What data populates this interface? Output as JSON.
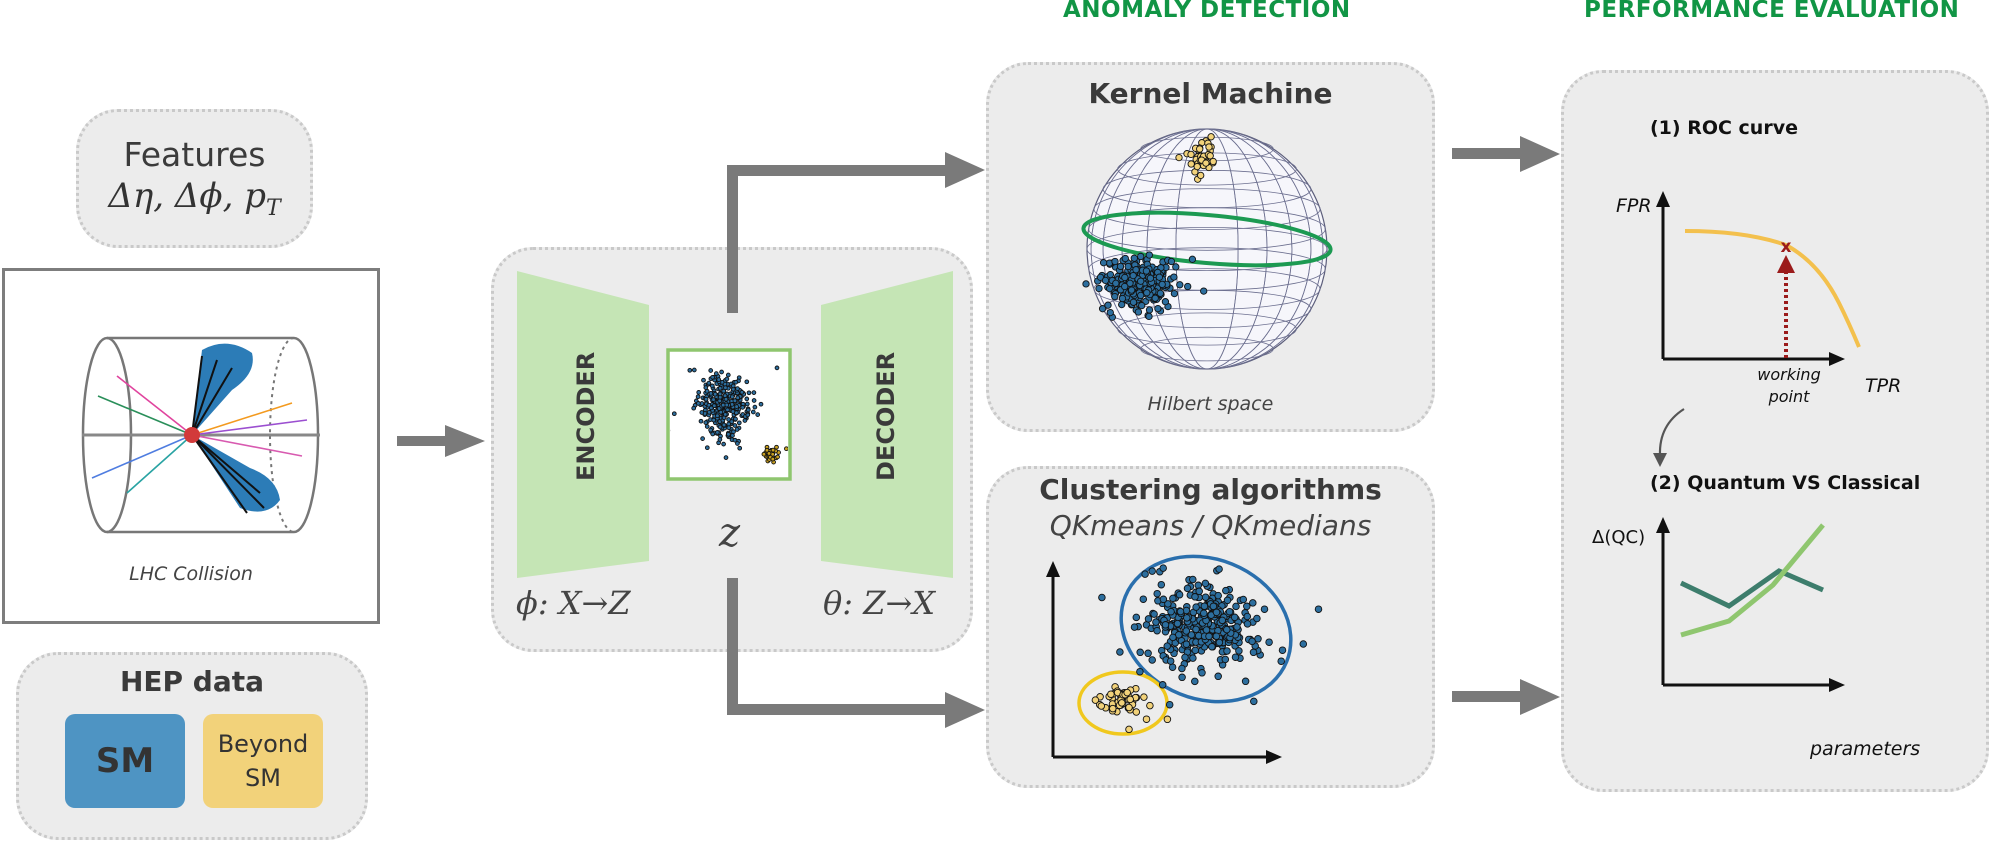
{
  "headers": {
    "anomaly_detection": "ANOMALY DETECTION",
    "performance_evaluation": "PERFORMANCE EVALUATION"
  },
  "features": {
    "title": "Features",
    "formula": "Δη, Δϕ, p",
    "formula_sub": "T"
  },
  "collision": {
    "caption": "LHC Collision"
  },
  "hep_data": {
    "title": "HEP data",
    "sm_label": "SM",
    "bsm_label_line1": "Beyond",
    "bsm_label_line2": "SM"
  },
  "autoencoder": {
    "encoder_label": "ENCODER",
    "decoder_label": "DECODER",
    "latent_label": "z",
    "encoder_map": "ϕ: X→Z",
    "decoder_map": "θ: Z→X"
  },
  "kernel": {
    "title": "Kernel Machine",
    "caption": "Hilbert space"
  },
  "clustering": {
    "title": "Clustering algorithms",
    "subtitle": "QKmeans / QKmedians"
  },
  "performance": {
    "roc_title": "(1)  ROC curve",
    "fpr_label": "FPR",
    "tpr_label": "TPR",
    "working_point_line1": "working",
    "working_point_line2": "point",
    "qc_title": "(2) Quantum VS Classical",
    "delta_label": "Δ(QC)",
    "parameters_label": "parameters"
  },
  "colors": {
    "header_green": "#119545",
    "encoder_green": "#c5e5b5",
    "sm_blue": "#4e94c3",
    "bsm_yellow": "#f2d27a",
    "arrow_gray": "#7a7a7a",
    "roc_yellow": "#f3c04d",
    "dark_red": "#9b1b1b",
    "quantum_dark_green": "#3d7d6c",
    "classical_light_green": "#8fc66f",
    "ring_green": "#1c9a52",
    "ellipse_blue": "#2a6fad"
  }
}
